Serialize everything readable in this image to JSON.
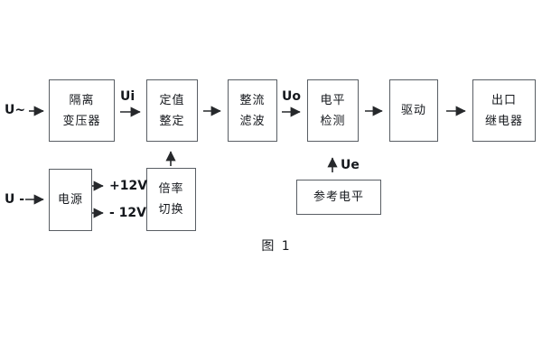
{
  "page": {
    "background": "#ffffff",
    "caption": "图 1"
  },
  "diagram": {
    "type": "block-diagram",
    "boxes": [
      {
        "name": "isolation-transformer",
        "lines": [
          "隔离",
          "变压器"
        ]
      },
      {
        "name": "setpoint-adjust",
        "lines": [
          "定值",
          "整定"
        ]
      },
      {
        "name": "rectify-filter",
        "lines": [
          "整流",
          "滤波"
        ]
      },
      {
        "name": "level-detect",
        "lines": [
          "电平",
          "检测"
        ]
      },
      {
        "name": "drive",
        "lines": [
          "驱动"
        ]
      },
      {
        "name": "output-relay",
        "lines": [
          "出口",
          "继电器"
        ]
      },
      {
        "name": "power-supply",
        "lines": [
          "电源"
        ]
      },
      {
        "name": "ratio-switch",
        "lines": [
          "倍率",
          "切换"
        ]
      },
      {
        "name": "reference-level",
        "lines": [
          "参考电平"
        ]
      }
    ],
    "labels": {
      "ac_input": "U~",
      "dc_input": "U -",
      "ui": "Ui",
      "uo": "Uo",
      "ue": "Ue",
      "plus_12v": "+12V",
      "minus_12v": "- 12V"
    },
    "colors": {
      "box_border": "#595e64",
      "wire": "#26282b",
      "text": "#15181d",
      "background": "#ffffff"
    }
  }
}
